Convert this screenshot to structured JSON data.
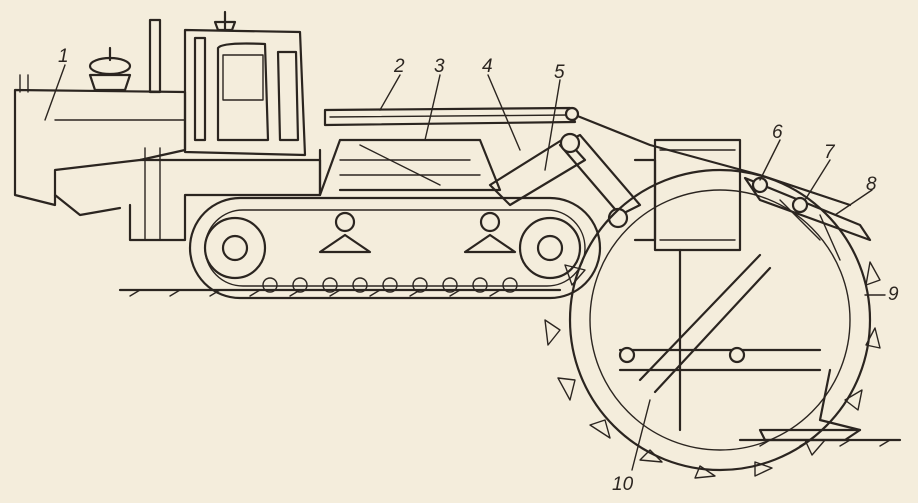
{
  "diagram": {
    "callouts": [
      "1",
      "2",
      "3",
      "4",
      "5",
      "6",
      "7",
      "8",
      "9",
      "10"
    ]
  },
  "colors": {
    "background": "#f4eddc",
    "ink": "#2b2520"
  }
}
